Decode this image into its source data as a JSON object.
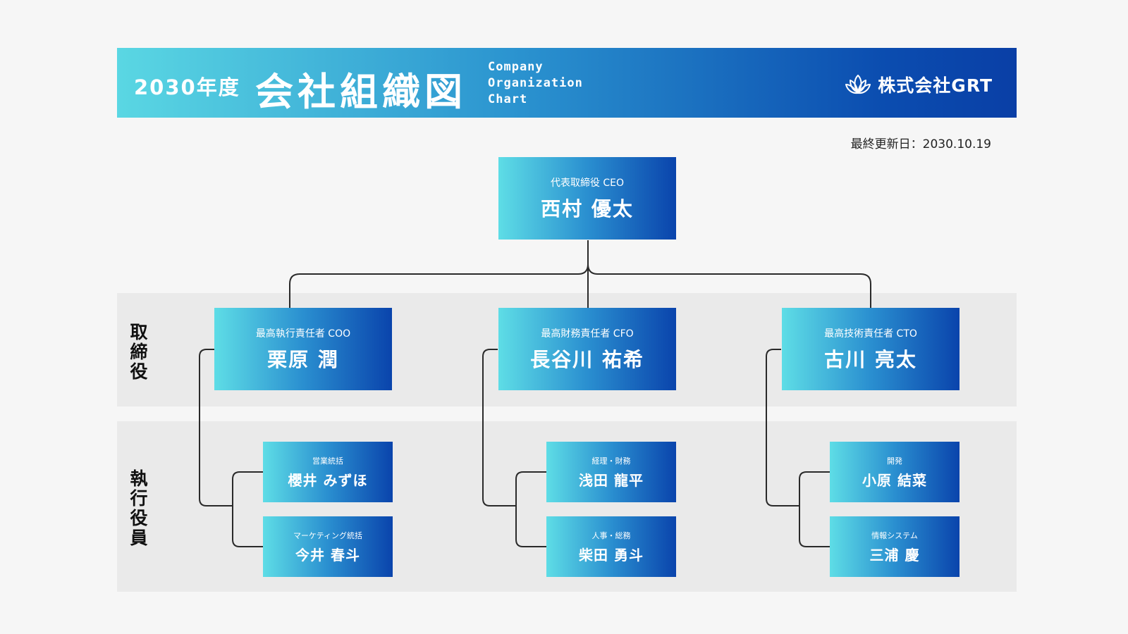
{
  "header": {
    "year": "2030年度",
    "title": "会社組織図",
    "subtitle_lines": [
      "Company",
      "Organization",
      "Chart"
    ],
    "company": "株式会社GRT",
    "logo_icon": "lotus-icon",
    "gradient": [
      "#5ad7e3",
      "#0a3fa6"
    ]
  },
  "updated": "最終更新日：2030.10.19",
  "bands": {
    "directors": "取締役",
    "executives": "執行役員"
  },
  "ceo": {
    "role": "代表取締役 CEO",
    "name": "西村 優太"
  },
  "officers": [
    {
      "role": "最高執行責任者 COO",
      "name": "栗原 潤",
      "reports": [
        {
          "role": "営業統括",
          "name": "櫻井 みずほ"
        },
        {
          "role": "マーケティング統括",
          "name": "今井 春斗"
        }
      ]
    },
    {
      "role": "最高財務責任者 CFO",
      "name": "長谷川 祐希",
      "reports": [
        {
          "role": "経理・財務",
          "name": "浅田 龍平"
        },
        {
          "role": "人事・総務",
          "name": "柴田 勇斗"
        }
      ]
    },
    {
      "role": "最高技術責任者 CTO",
      "name": "古川 亮太",
      "reports": [
        {
          "role": "開発",
          "name": "小原 結菜"
        },
        {
          "role": "情報システム",
          "name": "三浦 慶"
        }
      ]
    }
  ]
}
